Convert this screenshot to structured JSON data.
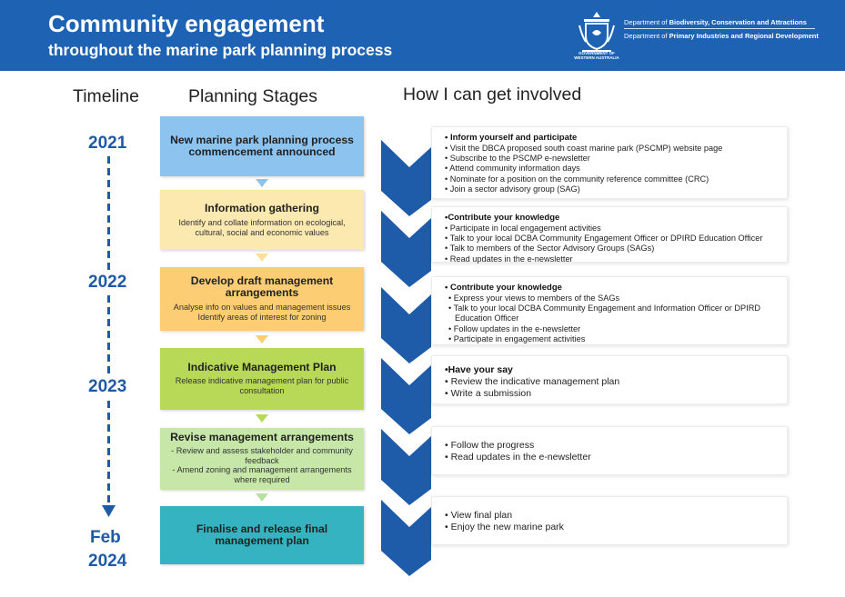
{
  "header": {
    "title": "Community engagement",
    "subtitle": "throughout the marine park planning process",
    "gov_text_1": "GOVERNMENT OF",
    "gov_text_2": "WESTERN AUSTRALIA",
    "dept1_prefix": "Department of ",
    "dept1_bold": "Biodiversity, Conservation and Attractions",
    "dept2_prefix": "Department of ",
    "dept2_bold": "Primary Industries and Regional Development",
    "color": "#1e62b4"
  },
  "columns": {
    "timeline": "Timeline",
    "stages": "Planning Stages",
    "involved": "How I can get involved"
  },
  "timeline": {
    "color": "#1e5aa6",
    "y2021": "2021",
    "y2022": "2022",
    "y2023": "2023",
    "feb": "Feb",
    "y2024": "2024"
  },
  "stages": [
    {
      "title": "New marine park planning process commencement announced",
      "desc": "",
      "color": "#8cc3ef"
    },
    {
      "title": "Information gathering",
      "desc": "Identify and collate information on ecological, cultural, social and economic values",
      "color": "#fbe9b0"
    },
    {
      "title": "Develop draft management arrangements",
      "desc": "Analyse info on values and management issues\nIdentify areas of interest for zoning",
      "color": "#fccd72"
    },
    {
      "title": "Indicative Management Plan",
      "desc": "Release indicative management plan for public consultation",
      "color": "#b7d957"
    },
    {
      "title": "Revise management arrangements",
      "desc": "- Review and assess stakeholder and community feedback\n- Amend zoning and management arrangements where required",
      "color": "#c6e7a8"
    },
    {
      "title": "Finalise and release final management plan",
      "desc": "",
      "color": "#35b3c0"
    }
  ],
  "involvement": [
    {
      "heading": "Inform yourself and participate",
      "items": [
        "Visit the DBCA proposed south coast marine park (PSCMP) website page",
        "Subscribe to the PSCMP e-newsletter",
        "Attend community information days",
        "Nominate for a position on the community reference committee (CRC)",
        "Join a sector advisory group (SAG)"
      ]
    },
    {
      "heading": "•Contribute your knowledge",
      "items": [
        "Participate in local engagement activities",
        "Talk to your local DCBA Community Engagement Officer or DPIRD Education Officer",
        "Talk to members of the Sector Advisory Groups (SAGs)",
        "Read updates in the e-newsletter"
      ]
    },
    {
      "heading": "Contribute your knowledge",
      "items": [
        "Express your views to members of the SAGs",
        "Talk to your local DCBA Community Engagement and Information Officer or DPIRD Education Officer",
        "Follow updates in the e-newsletter",
        "Participate in engagement activities"
      ]
    },
    {
      "heading": "•Have your say",
      "items": [
        "Review the indicative management plan",
        "Write a submission"
      ]
    },
    {
      "heading": "",
      "items": [
        "Follow the progress",
        "Read updates in the e-newsletter"
      ]
    },
    {
      "heading": "",
      "items": [
        "View final plan",
        "Enjoy the new marine park"
      ]
    }
  ],
  "chevron_color": "#1e5ba8"
}
